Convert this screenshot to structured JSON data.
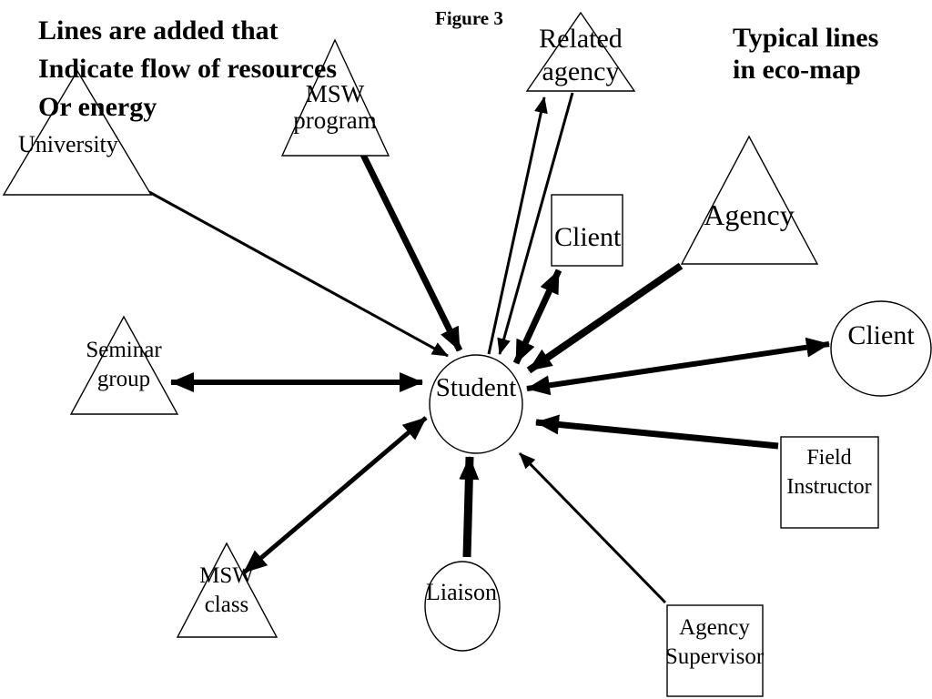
{
  "figure_label": "Figure 3",
  "caption_left": {
    "line1": "Lines are added that",
    "line2": "Indicate flow of resources",
    "line3": "Or energy"
  },
  "caption_right": {
    "line1": "Typical lines",
    "line2": "in eco-map"
  },
  "center": {
    "label": "Student",
    "shape": "circle"
  },
  "nodes": {
    "university": {
      "shape": "triangle",
      "label": "University"
    },
    "msw_program": {
      "shape": "triangle",
      "line1": "MSW",
      "line2": "program"
    },
    "related_agency": {
      "shape": "triangle",
      "line1": "Related",
      "line2": "agency"
    },
    "agency": {
      "shape": "triangle",
      "label": "Agency"
    },
    "seminar_group": {
      "shape": "triangle",
      "line1": "Seminar",
      "line2": "group"
    },
    "msw_class": {
      "shape": "triangle",
      "line1": "MSW",
      "line2": "class"
    },
    "client_box": {
      "shape": "square",
      "label": "Client"
    },
    "field_instructor": {
      "shape": "square",
      "line1": "Field",
      "line2": "Instructor"
    },
    "agency_supervisor": {
      "shape": "square",
      "line1": "Agency",
      "line2": "Supervisor"
    },
    "client_round": {
      "shape": "circle",
      "label": "Client"
    },
    "liaison": {
      "shape": "circle",
      "label": "Liaison"
    }
  },
  "edges": [
    {
      "from": "University",
      "to": "Student",
      "style": "thin",
      "direction": "to-student"
    },
    {
      "from": "MSW program",
      "to": "Student",
      "style": "thick",
      "direction": "to-student"
    },
    {
      "from": "Student",
      "to": "Related agency",
      "style": "thin",
      "direction": "to-agency"
    },
    {
      "from": "Related agency",
      "to": "Student",
      "style": "thin",
      "direction": "to-student"
    },
    {
      "from": "Client (square)",
      "to": "Student",
      "style": "thick",
      "direction": "both"
    },
    {
      "from": "Agency",
      "to": "Student",
      "style": "thick",
      "direction": "to-student"
    },
    {
      "from": "Client (circle)",
      "to": "Student",
      "style": "thick",
      "direction": "both"
    },
    {
      "from": "Field Instructor",
      "to": "Student",
      "style": "thick",
      "direction": "to-student"
    },
    {
      "from": "Agency Supervisor",
      "to": "Student",
      "style": "thin",
      "direction": "to-student"
    },
    {
      "from": "Liaison",
      "to": "Student",
      "style": "thick",
      "direction": "to-student"
    },
    {
      "from": "MSW class",
      "to": "Student",
      "style": "thick",
      "direction": "both"
    },
    {
      "from": "Seminar group",
      "to": "Student",
      "style": "thick",
      "direction": "both"
    }
  ],
  "colors": {
    "stroke": "#000000",
    "background": "#ffffff"
  }
}
